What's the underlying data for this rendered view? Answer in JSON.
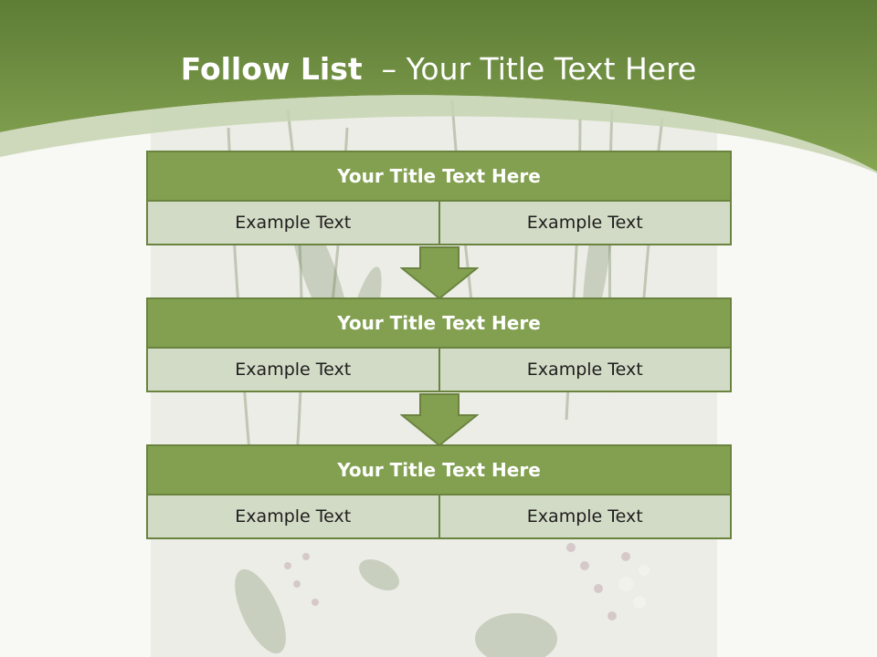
{
  "header": {
    "title_bold": "Follow List",
    "title_rest": "– Your Title Text Here"
  },
  "blocks": [
    {
      "title": "Your Title Text Here",
      "cells": [
        "Example Text",
        "Example Text"
      ]
    },
    {
      "title": "Your Title Text Here",
      "cells": [
        "Example Text",
        "Example Text"
      ]
    },
    {
      "title": "Your Title Text Here",
      "cells": [
        "Example Text",
        "Example Text"
      ]
    }
  ],
  "colors": {
    "header_green": "#82a050",
    "block_green": "#82a050",
    "cell_fill": "#d2dbc5",
    "border": "#6a8440"
  }
}
